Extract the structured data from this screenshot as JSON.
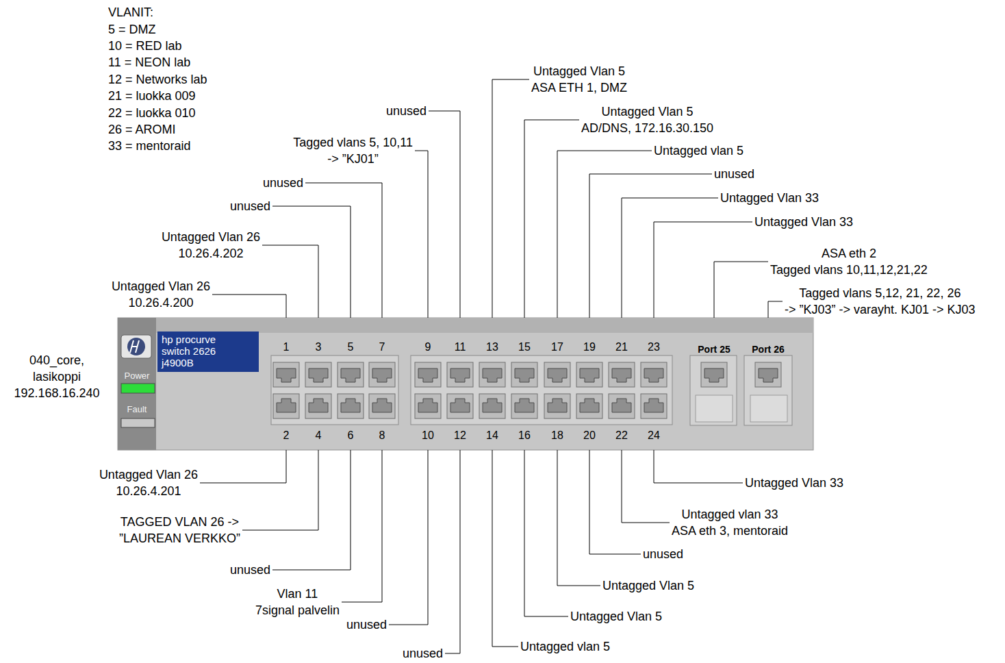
{
  "diagram": {
    "nodes": [
      {
        "text": [
          "hp procurve switch 2626 j4900B"
        ]
      }
    ],
    "labels": [
      "VLANIT:",
      "5 = DMZ",
      "10 = RED lab",
      "11 = NEON lab",
      "12 = Networks lab",
      "21 = luokka 009",
      "22 = luokka 010",
      "26 = AROMI",
      "33 = mentoraid",
      "040_core, lasikoppi 192.168.16.240",
      "Power",
      "Fault",
      "1",
      "3",
      "5",
      "7",
      "9",
      "11",
      "13",
      "15",
      "17",
      "19",
      "21",
      "23",
      "Port 25",
      "Port 26",
      "2",
      "4",
      "6",
      "8",
      "10",
      "12",
      "14",
      "16",
      "18",
      "20",
      "22",
      "24",
      "Untagged Vlan 26 10.26.4.200",
      "Untagged Vlan 26 10.26.4.202",
      "unused",
      "unused",
      "Tagged vlans 5, 10,11 -> ”KJ01”",
      "unused",
      "Untagged Vlan 5 ASA ETH 1, DMZ",
      "Untagged Vlan 5 AD/DNS, 172.16.30.150",
      "Untagged vlan 5",
      "unused",
      "Untagged Vlan 33",
      "Untagged Vlan 33",
      "ASA eth 2 Tagged vlans 10,11,12,21,22",
      "Tagged vlans 5,12, 21, 22, 26 -> ”KJ03” -> varayht. KJ01 -> KJ03",
      "Untagged Vlan 26 10.26.4.201",
      "TAGGED VLAN 26 -> ”LAUREAN VERKKO”",
      "unused",
      "Vlan 11 7signal palvelin",
      "unused",
      "unused",
      "Untagged vlan 5",
      "Untagged Vlan 5",
      "Untagged Vlan 5",
      "unused",
      "Untagged vlan 33 ASA eth 3, mentoraid",
      "Untagged Vlan 33"
    ]
  }
}
